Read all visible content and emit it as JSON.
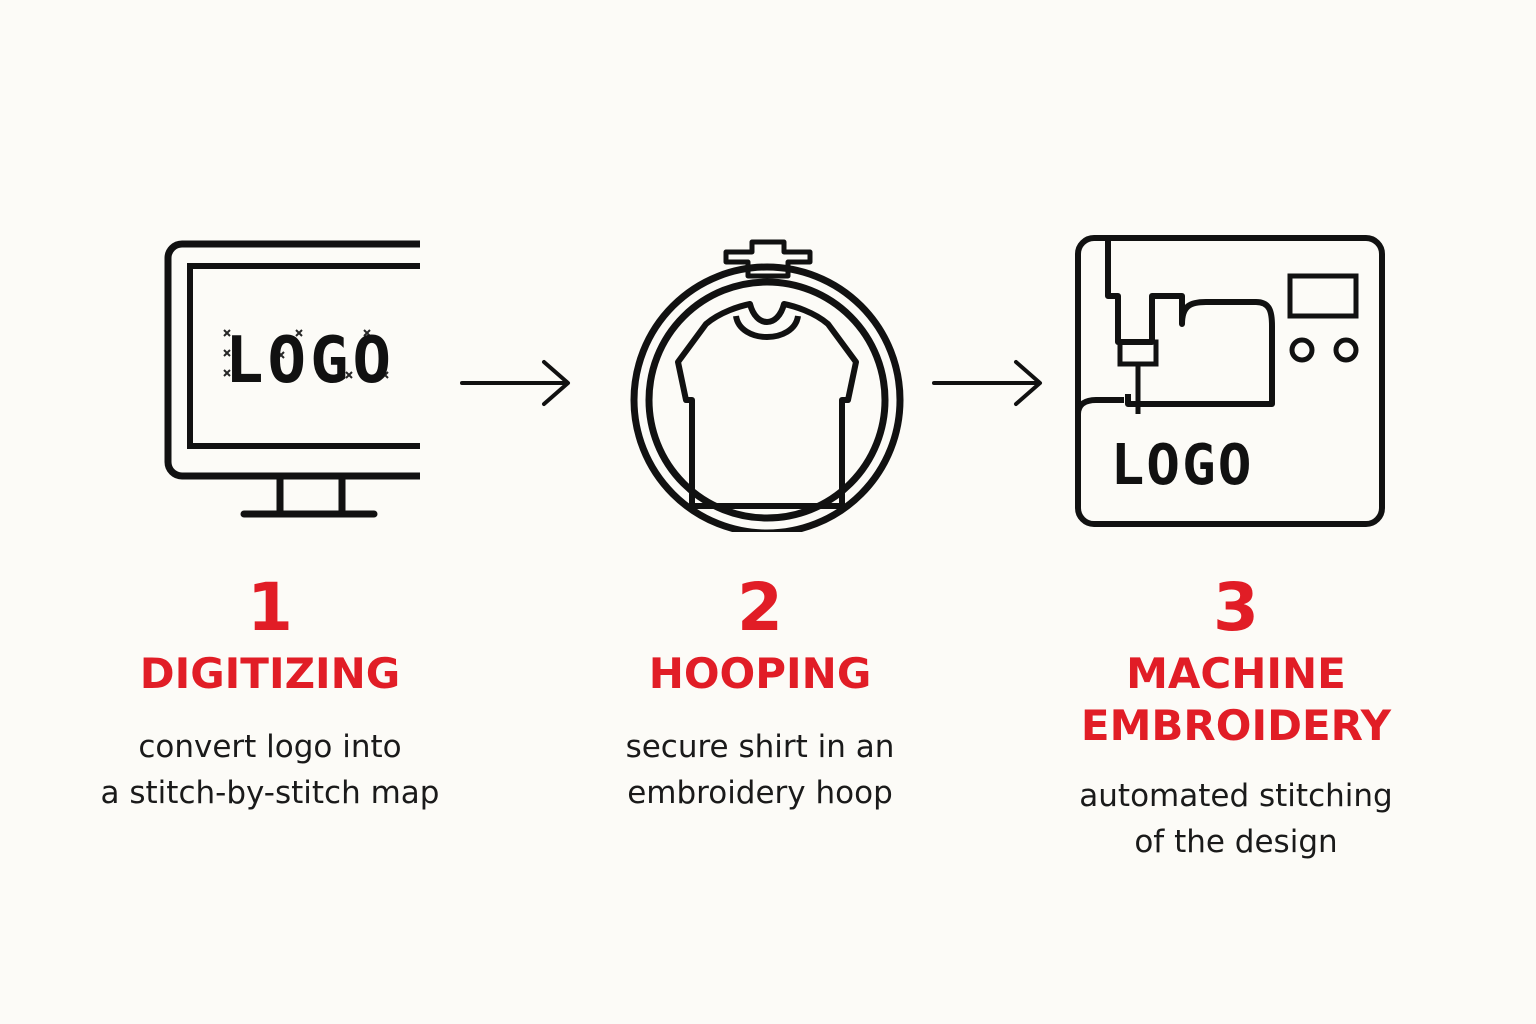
{
  "steps": [
    {
      "number": "1",
      "title": "DIGITIZING",
      "description": "convert logo into\na stitch-by-stitch map",
      "icon": "monitor-icon",
      "logo_text": "LOGO"
    },
    {
      "number": "2",
      "title": "HOOPING",
      "description": "secure shirt in an\nembroidery hoop",
      "icon": "embroidery-hoop-icon"
    },
    {
      "number": "3",
      "title": "MACHINE\nEMBROIDERY",
      "description": "automated stitching\nof the design",
      "icon": "embroidery-machine-icon",
      "logo_text": "LOGO"
    }
  ],
  "arrows": [
    "arrow-right-icon",
    "arrow-right-icon"
  ],
  "colors": {
    "accent": "#e11d26",
    "ink": "#111111",
    "background": "#fcfbf7"
  }
}
